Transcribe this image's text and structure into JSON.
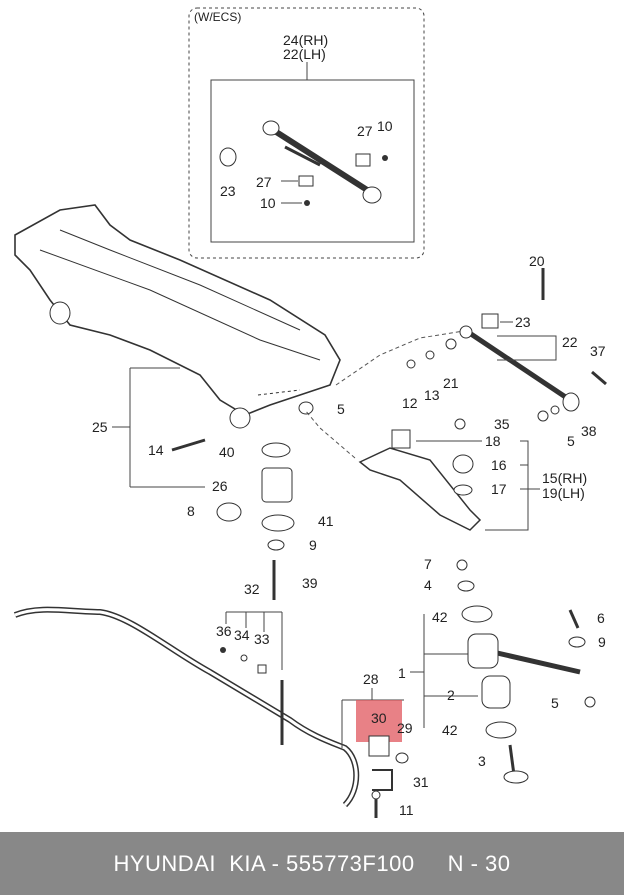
{
  "inset": {
    "title": "(W/ECS)"
  },
  "labels": {
    "l24rh": "24(RH)",
    "l22lh": "22(LH)",
    "l27a": "27",
    "l10a": "10",
    "l23a": "23",
    "l27b": "27",
    "l10b": "10",
    "l20": "20",
    "l23": "23",
    "l22": "22",
    "l37": "37",
    "l12": "12",
    "l13": "13",
    "l21": "21",
    "l5a": "5",
    "l38": "38",
    "l5b": "5",
    "l25": "25",
    "l14": "14",
    "l40": "40",
    "l26": "26",
    "l8": "8",
    "l41": "41",
    "l9a": "9",
    "l35": "35",
    "l18": "18",
    "l16": "16",
    "l15rh": "15(RH)",
    "l17": "17",
    "l19lh": "19(LH)",
    "l32": "32",
    "l39": "39",
    "l36": "36",
    "l34": "34",
    "l33": "33",
    "l7": "7",
    "l4": "4",
    "l42a": "42",
    "l6": "6",
    "l9b": "9",
    "l1": "1",
    "l2": "2",
    "l5c": "5",
    "l42b": "42",
    "l3": "3",
    "l28": "28",
    "l30": "30",
    "l29": "29",
    "l31": "31",
    "l11": "11"
  },
  "highlight": {
    "part": "30",
    "color": "#e0575d"
  },
  "footer": {
    "text": "HYUNDAI  KIA - 555773F100     N - 30"
  }
}
